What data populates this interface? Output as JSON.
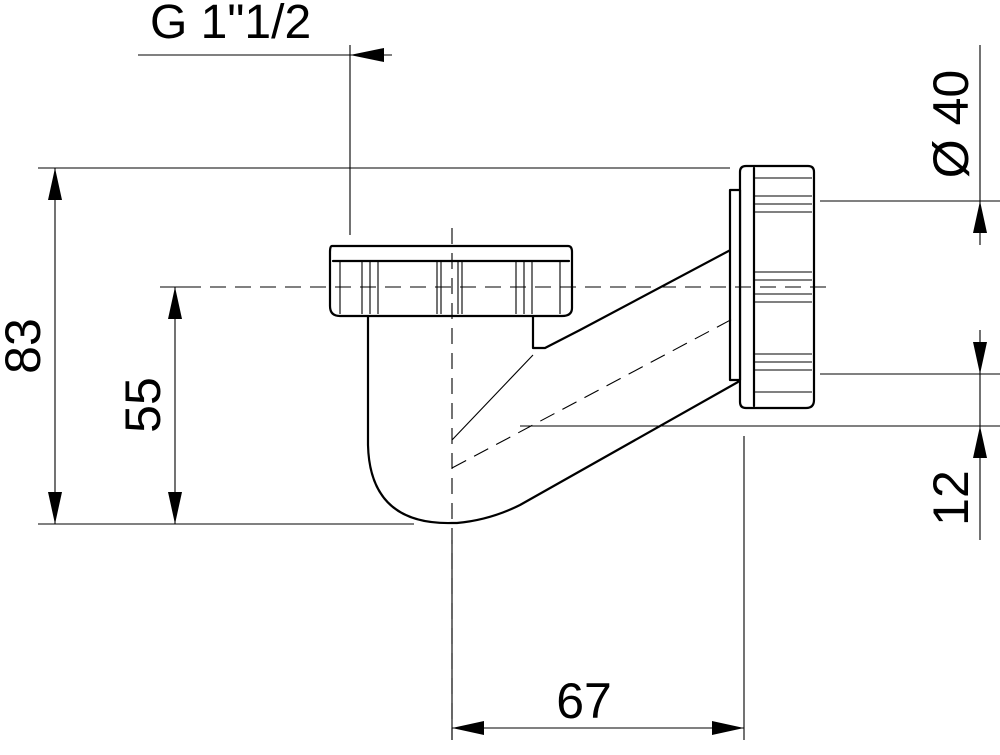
{
  "drawing": {
    "thread_label": "G 1\"1/2",
    "outlet_diameter_label": "Ø 40",
    "overall_height_label": "83",
    "inlet_axis_height_label": "55",
    "outlet_offset_label": "12",
    "horizontal_offset_label": "67"
  },
  "colors": {
    "line": "#000000",
    "background": "#ffffff"
  }
}
